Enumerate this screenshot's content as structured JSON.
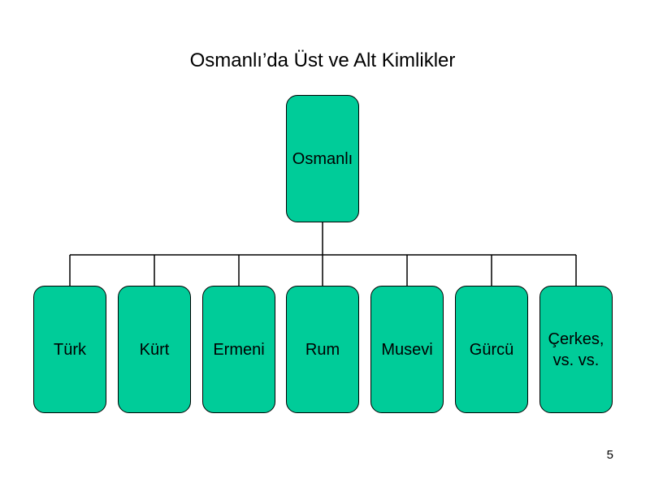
{
  "title": "Osmanlı’da Üst ve Alt Kimlikler",
  "root": {
    "label": "Osmanlı"
  },
  "children": [
    {
      "label": "Türk"
    },
    {
      "label": "Kürt"
    },
    {
      "label": "Ermeni"
    },
    {
      "label": "Rum"
    },
    {
      "label": "Musevi"
    },
    {
      "label": "Gürcü"
    },
    {
      "label": "Çerkes,\nvs. vs."
    }
  ],
  "page_number": "5",
  "colors": {
    "node_fill": "#00cc99",
    "node_border": "#000000",
    "connector": "#000000",
    "background": "#ffffff"
  }
}
